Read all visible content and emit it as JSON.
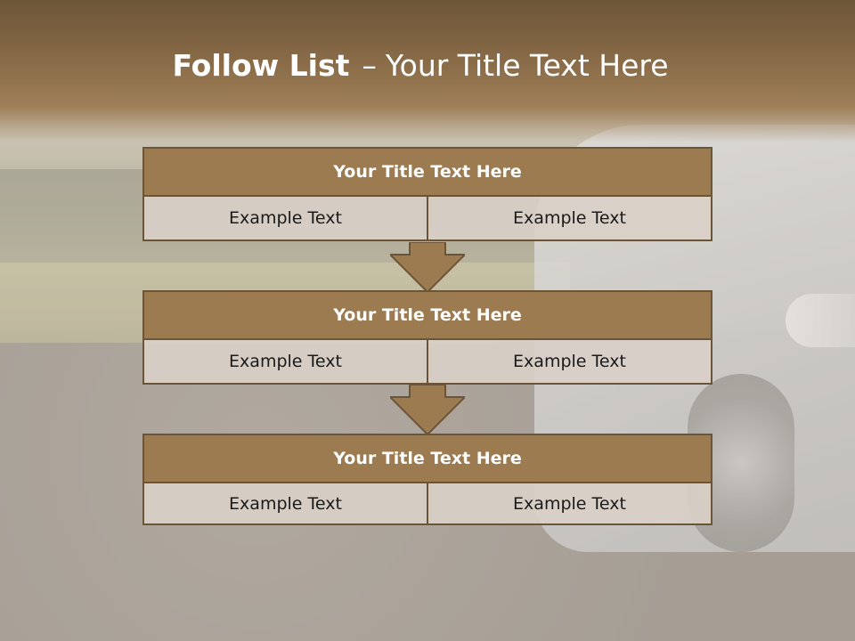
{
  "title": {
    "bold": "Follow List",
    "separator": "–",
    "rest": "Your Title Text Here"
  },
  "steps": [
    {
      "heading": "Your Title Text Here",
      "left": "Example Text",
      "right": "Example Text"
    },
    {
      "heading": "Your Title Text Here",
      "left": "Example Text",
      "right": "Example Text"
    },
    {
      "heading": "Your Title Text Here",
      "left": "Example Text",
      "right": "Example Text"
    }
  ],
  "colors": {
    "accent": "#9c7b51",
    "border": "#6c5436",
    "cell": "#d9d0c8",
    "title_band": "#8a6c48"
  }
}
